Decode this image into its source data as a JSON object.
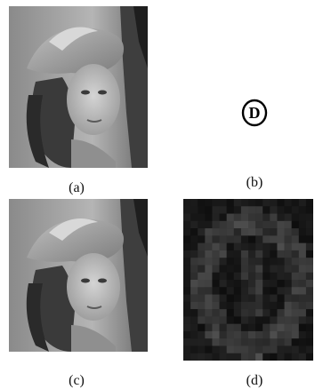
{
  "figure": {
    "panels": [
      {
        "id": "a",
        "caption": "(a)",
        "content": "grayscale portrait photograph"
      },
      {
        "id": "b",
        "caption": "(b)",
        "content": "watermark logo",
        "logo_text": "D"
      },
      {
        "id": "c",
        "caption": "(c)",
        "content": "grayscale portrait photograph"
      },
      {
        "id": "d",
        "caption": "(d)",
        "content": "dark blocky difference image"
      }
    ]
  }
}
